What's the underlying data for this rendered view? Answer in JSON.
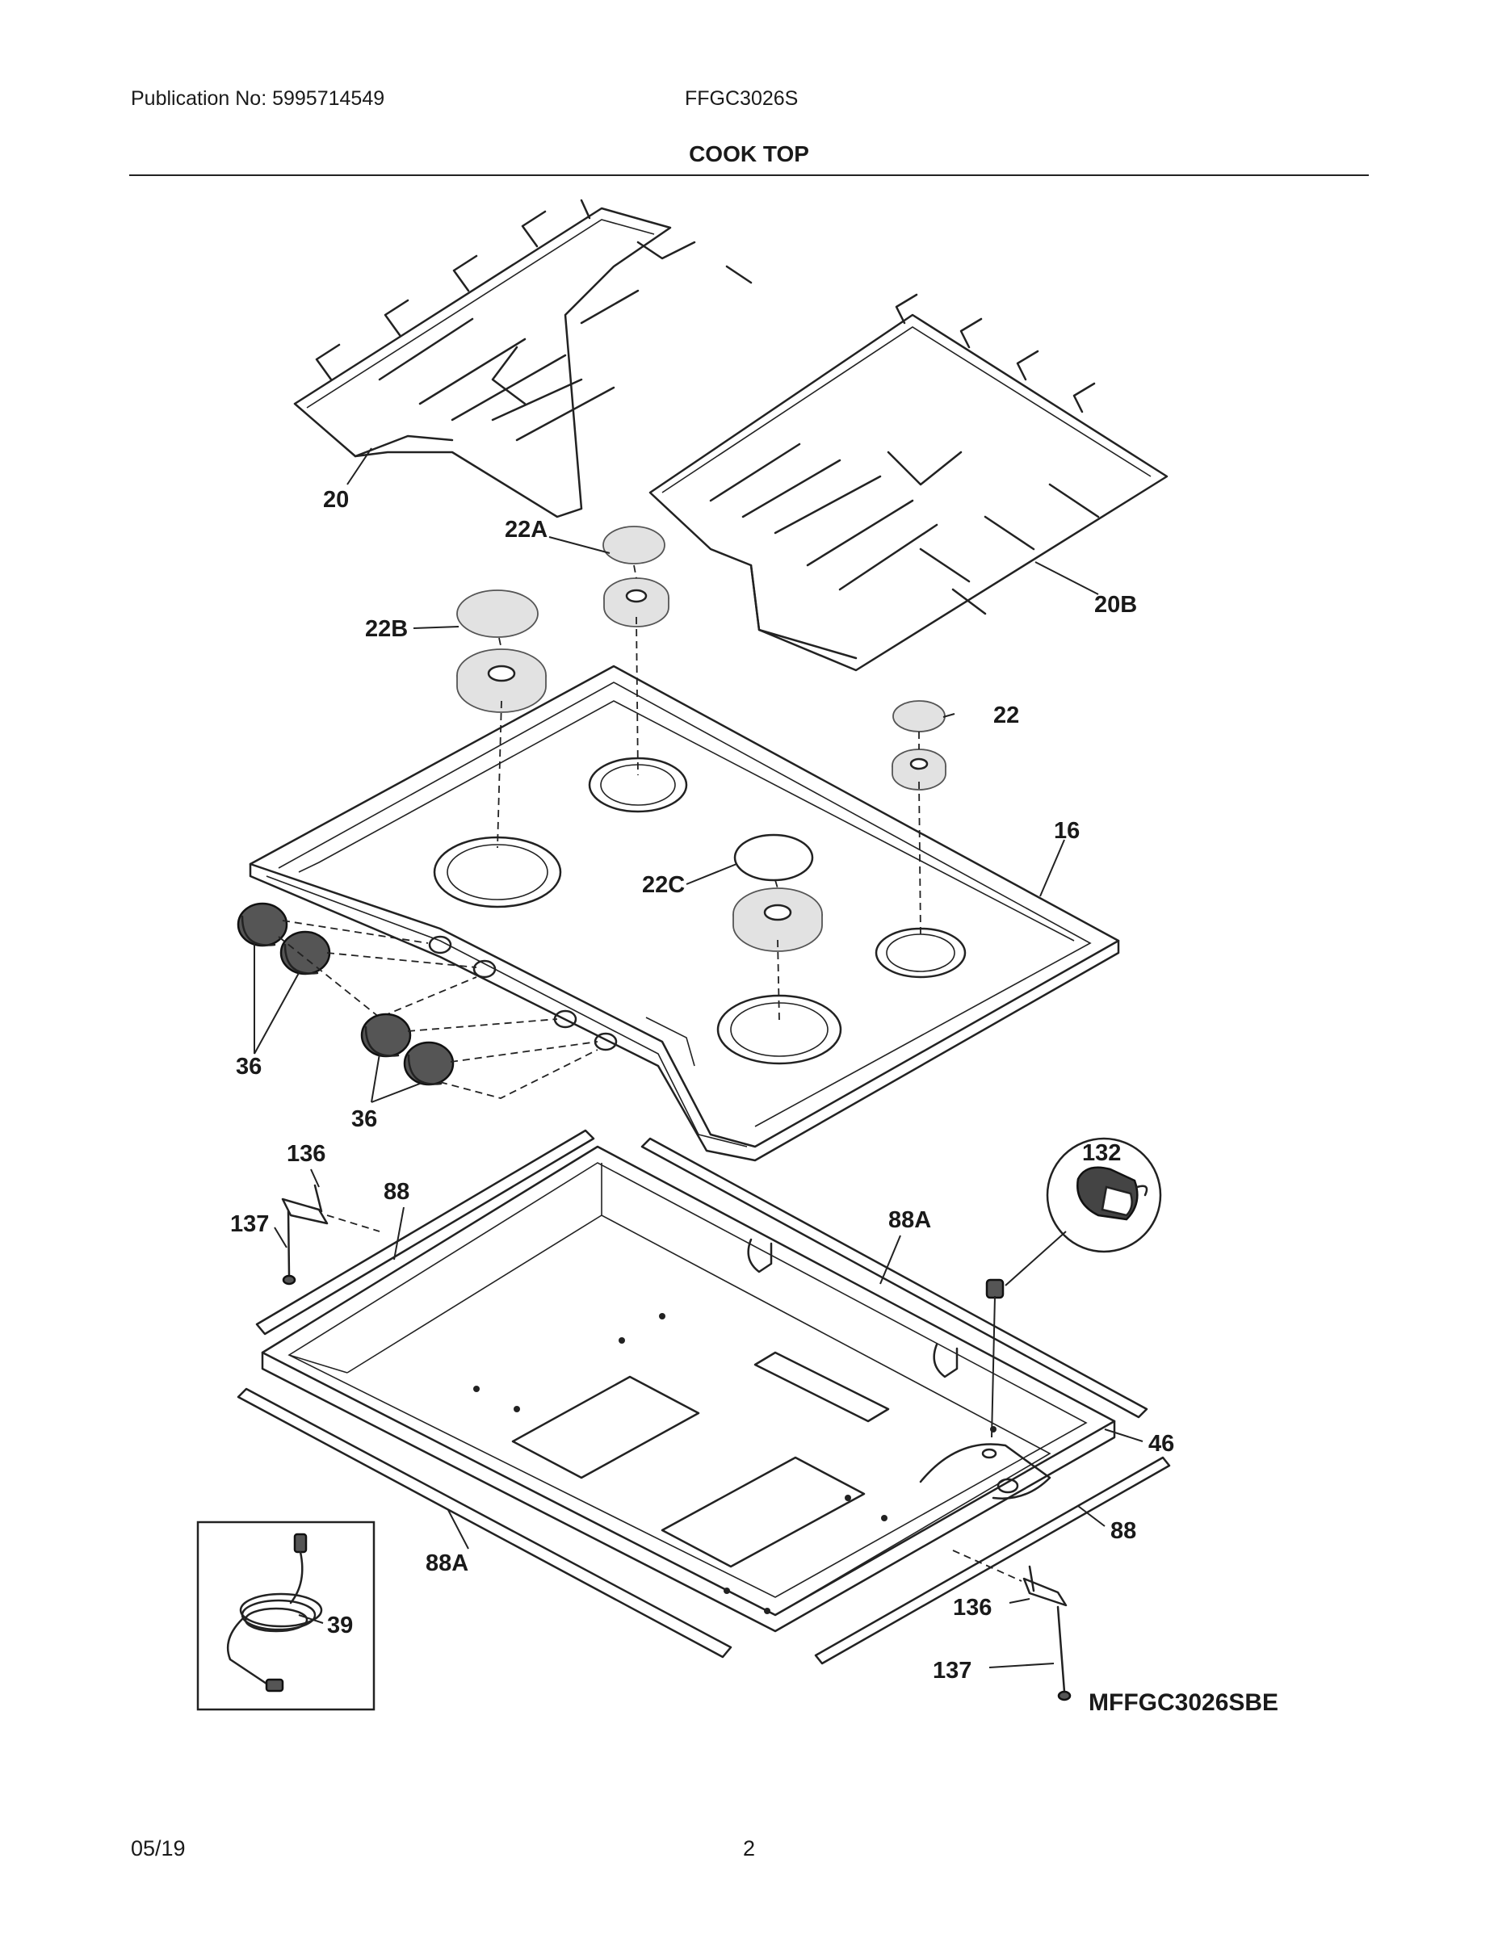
{
  "header": {
    "publication": "Publication No: 5995714549",
    "model": "FFGC3026S",
    "section_title": "COOK TOP"
  },
  "footer": {
    "date": "05/19",
    "page": "2"
  },
  "diagram": {
    "model_code": "MFFGC3026SBE",
    "callouts": {
      "grate_left": "20",
      "grate_right": "20B",
      "cap_22a": "22A",
      "cap_22b": "22B",
      "cap_22": "22",
      "cap_22c": "22C",
      "cooktop": "16",
      "knobs_left": "36",
      "knobs_right": "36",
      "clip_left": "136",
      "gasket_back": "88",
      "screw_left": "137",
      "gasket_right": "88A",
      "spring": "132",
      "burner_box": "46",
      "gasket_front": "88",
      "gasket_left": "88A",
      "power_cord": "39",
      "clip_right": "136",
      "screw_right": "137"
    }
  }
}
